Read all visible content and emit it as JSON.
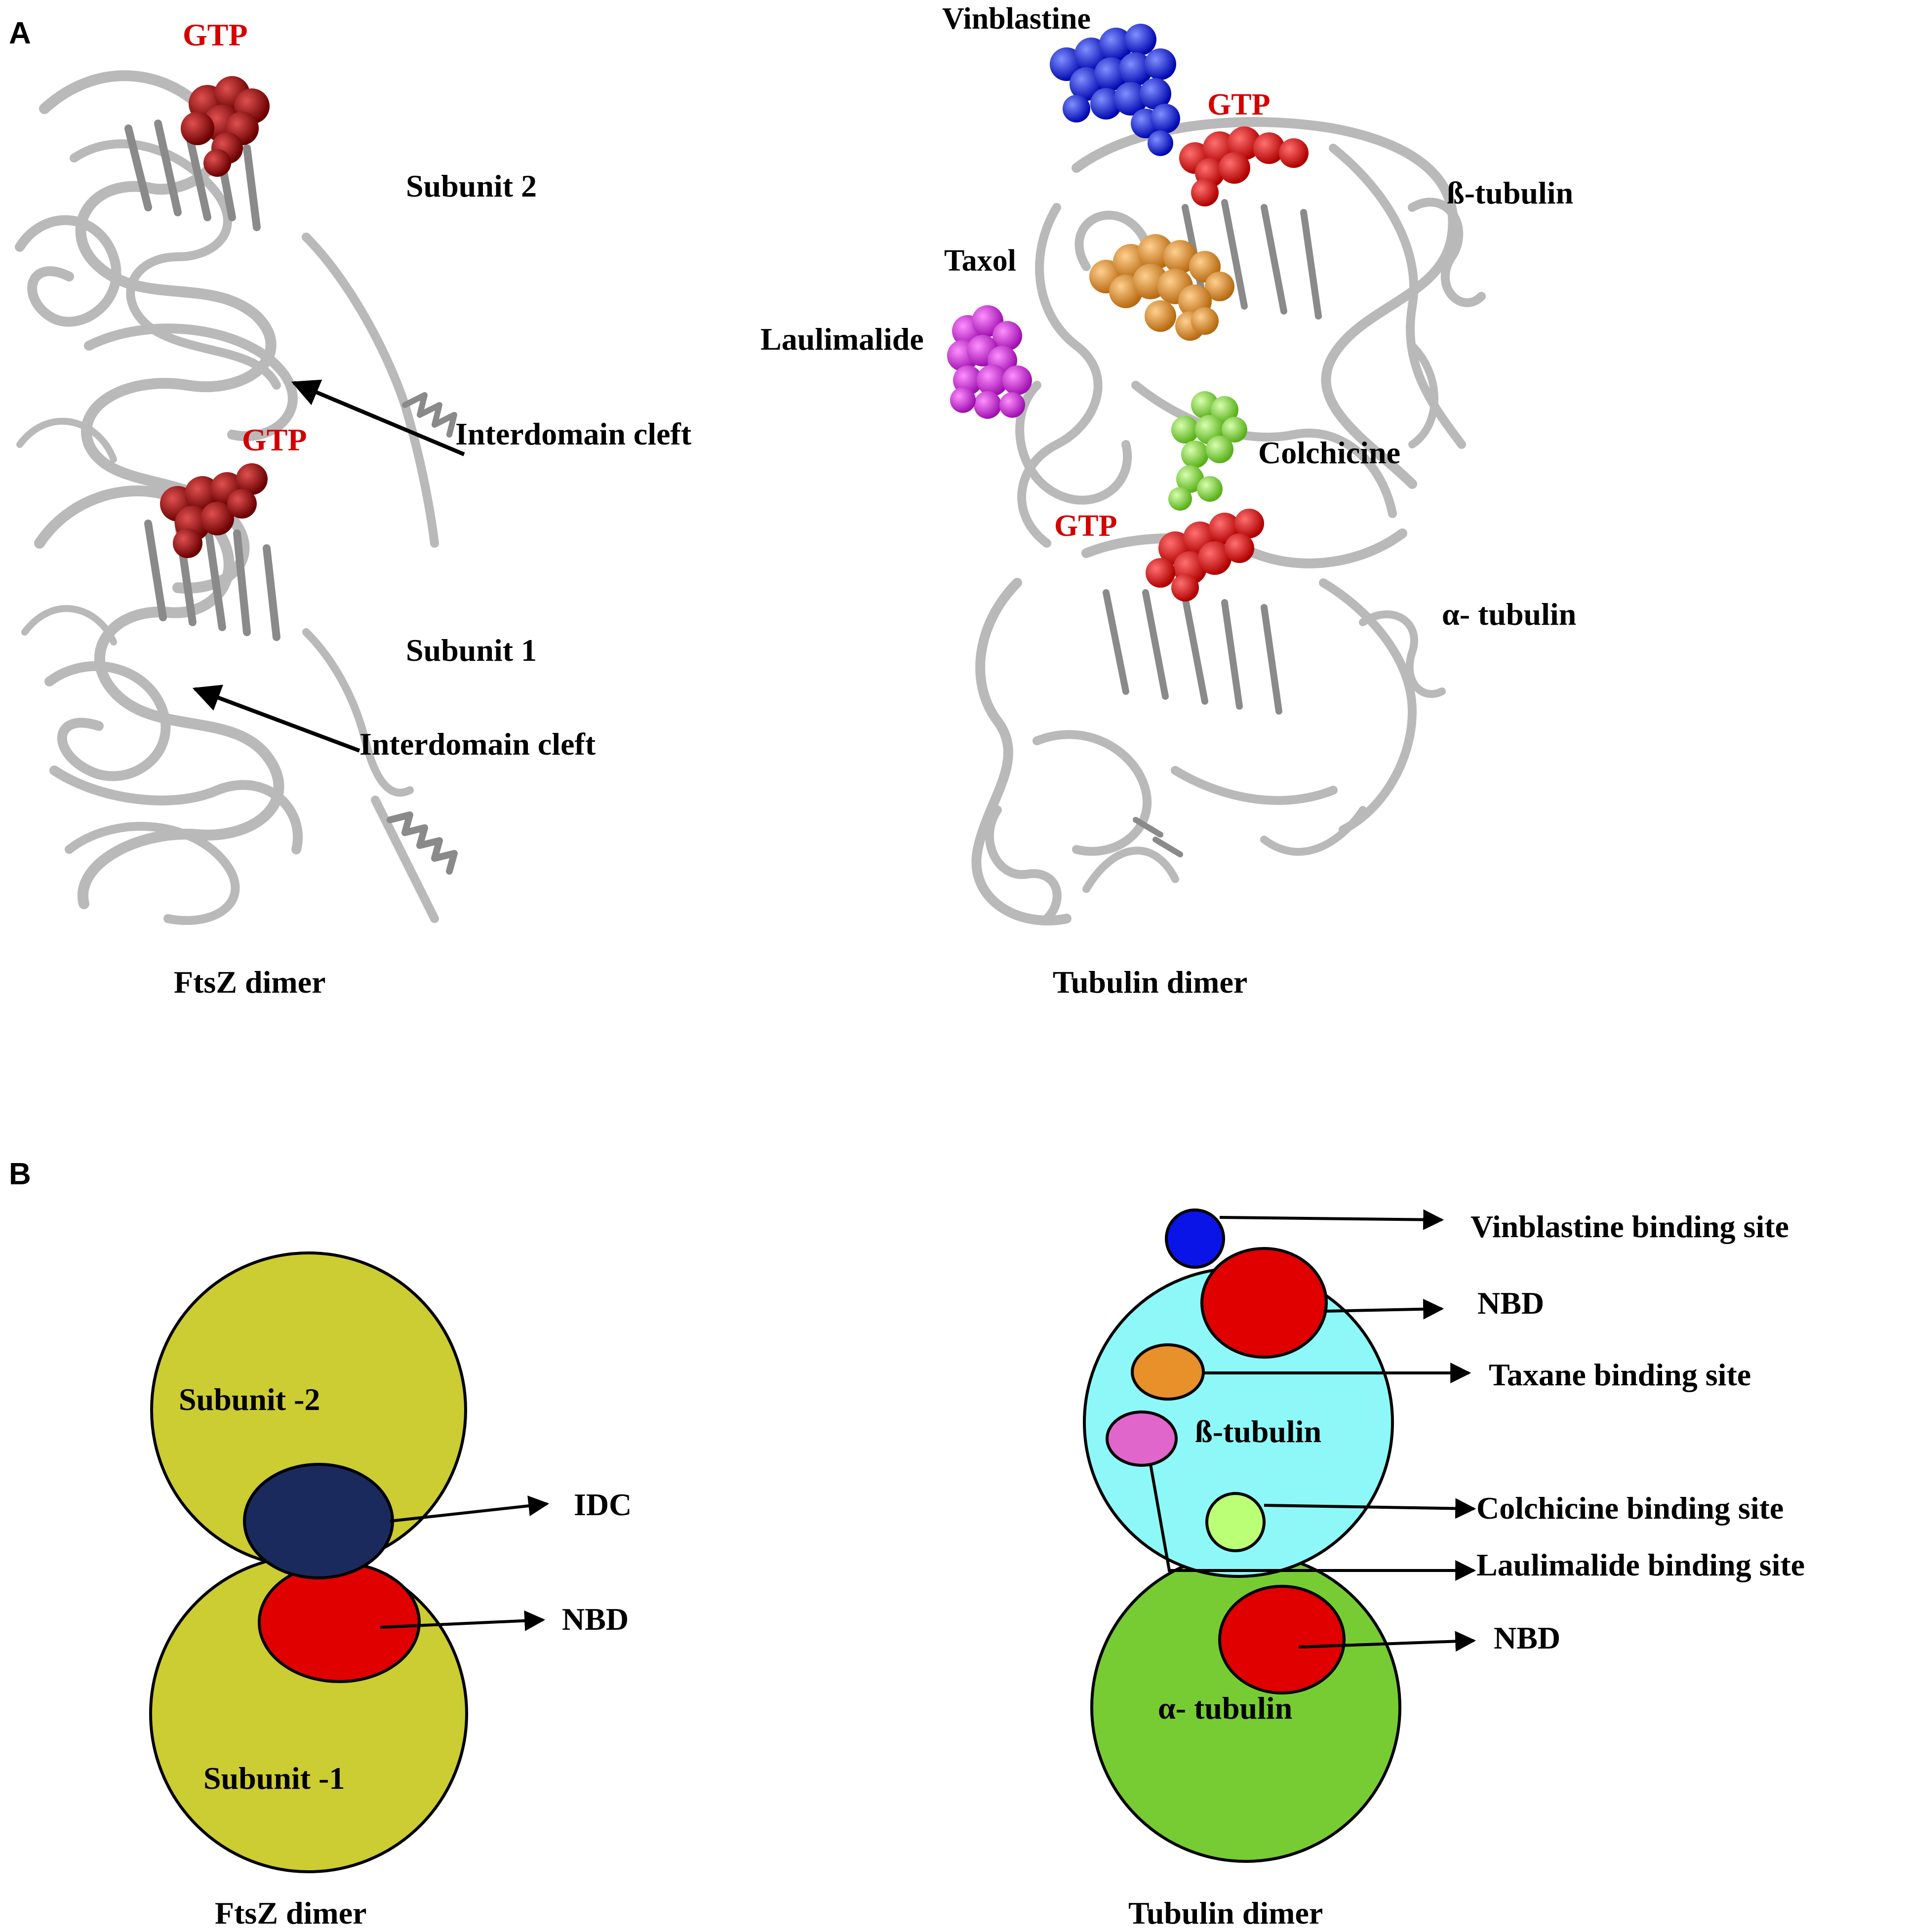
{
  "panel_a": {
    "letter": "A",
    "ftsz": {
      "gtp_top": "GTP",
      "gtp_bottom": "GTP",
      "subunit2": "Subunit 2",
      "subunit1": "Subunit 1",
      "cleft_top": "Interdomain cleft",
      "cleft_bottom": "Interdomain cleft",
      "caption": "FtsZ dimer"
    },
    "tubulin": {
      "vinblastine": "Vinblastine",
      "gtp_top": "GTP",
      "beta": "ß-tubulin",
      "taxol": "Taxol",
      "laulimalide": "Laulimalide",
      "colchicine": "Colchicine",
      "gtp_bottom": "GTP",
      "alpha": "α- tubulin",
      "caption": "Tubulin dimer"
    }
  },
  "panel_b": {
    "letter": "B",
    "ftsz": {
      "subunit2": "Subunit -2",
      "subunit1": "Subunit -1",
      "idc": "IDC",
      "nbd": "NBD",
      "caption": "FtsZ dimer"
    },
    "tubulin": {
      "vinblastine_site": "Vinblastine binding site",
      "nbd_top": "NBD",
      "taxane_site": "Taxane binding site",
      "beta": "ß-tubulin",
      "colchicine_site": "Colchicine binding site",
      "laulimalide_site": "Laulimalide binding site",
      "nbd_bottom": "NBD",
      "alpha": "α- tubulin",
      "caption": "Tubulin dimer"
    }
  },
  "colors": {
    "gtp_dark": "#8b0000",
    "gtp": "#d40000",
    "vinblastine": "#0a14e6",
    "taxol": "#e08a1e",
    "laulimalide": "#d21ee6",
    "colchicine": "#7fe02a",
    "ftsz_subunit": "#cccc33",
    "idc": "#1a2a5c",
    "nbd": "#e00000",
    "beta_tubulin": "#8ef8f8",
    "alpha_tubulin": "#77cc33",
    "taxane_site": "#e8902a",
    "laulimalide_site": "#e066cc",
    "colchicine_site": "#bbff77"
  }
}
